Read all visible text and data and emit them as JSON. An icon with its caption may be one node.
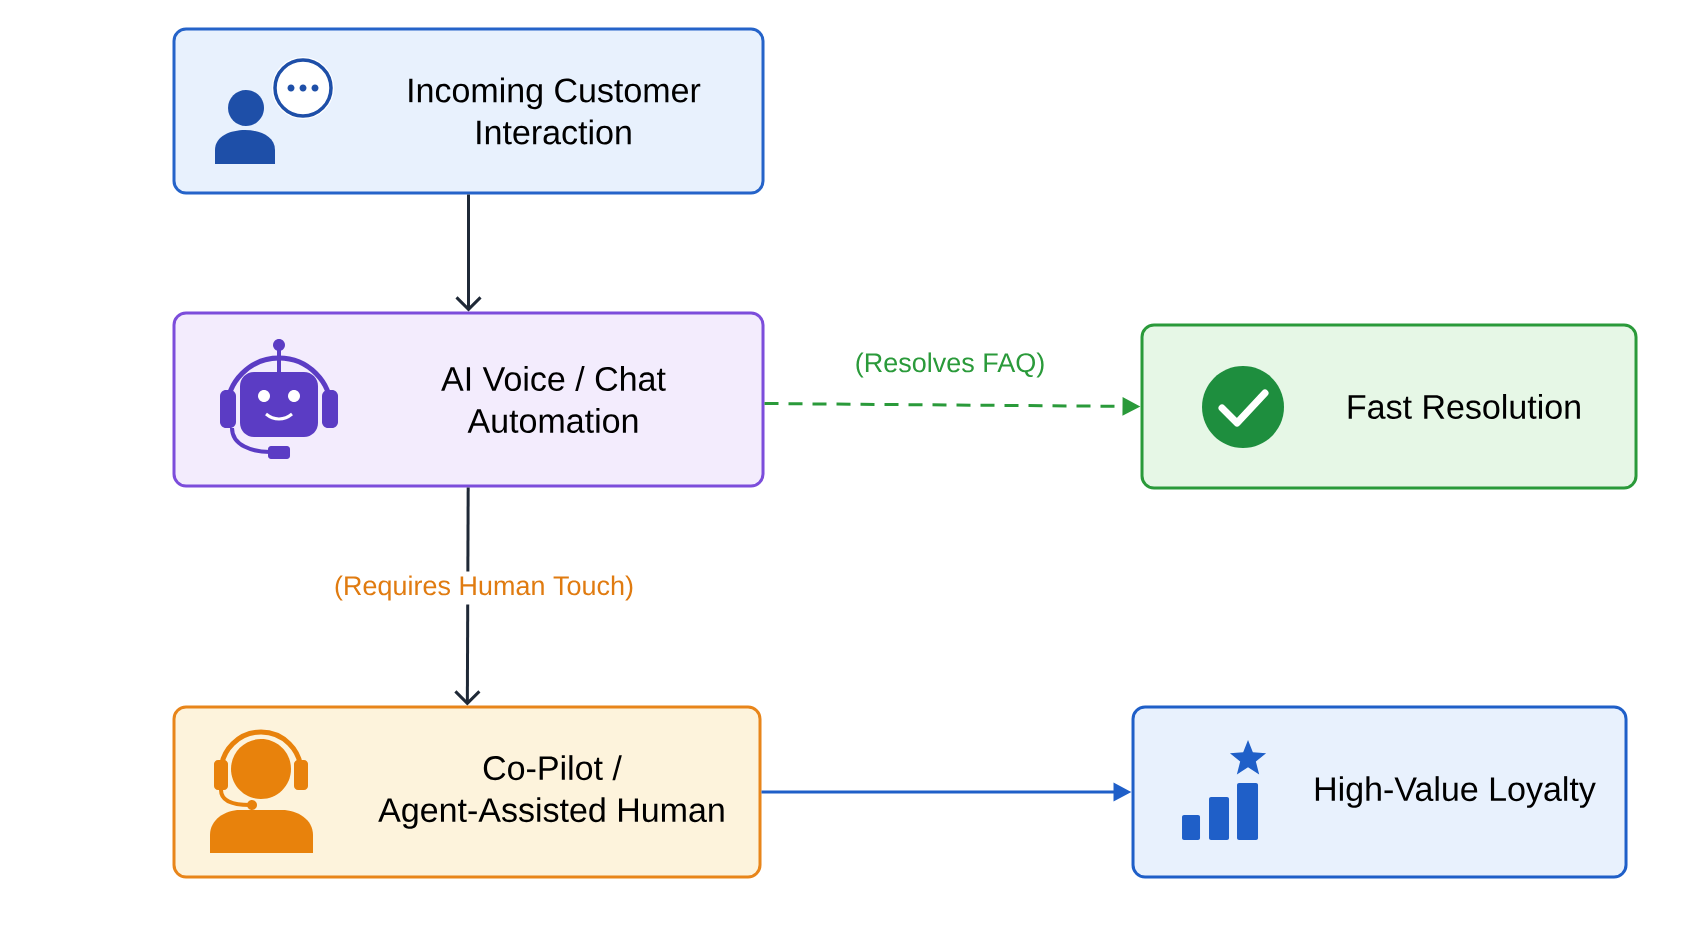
{
  "diagram": {
    "nodes": [
      {
        "text": [
          "Incoming Customer Interaction"
        ]
      },
      {
        "text": [
          "AI Voice / Chat Automation"
        ]
      },
      {
        "text": [
          "Fast Resolution"
        ]
      },
      {
        "text": [
          "Co-Pilot / Agent-Assisted Human"
        ]
      },
      {
        "text": [
          "High-Value Loyalty"
        ]
      }
    ],
    "edges": [
      {
        "from": 0,
        "to": 1,
        "arrow": "to"
      },
      {
        "from": 1,
        "to": 2,
        "arrow": "to",
        "label": "(Resolves FAQ)",
        "style": "dashed",
        "color": "#2a9a3a"
      },
      {
        "from": 1,
        "to": 3,
        "arrow": "to",
        "label": "(Requires Human Touch)"
      },
      {
        "from": 3,
        "to": 4,
        "arrow": "to",
        "color": "#1f5fc8"
      }
    ]
  }
}
